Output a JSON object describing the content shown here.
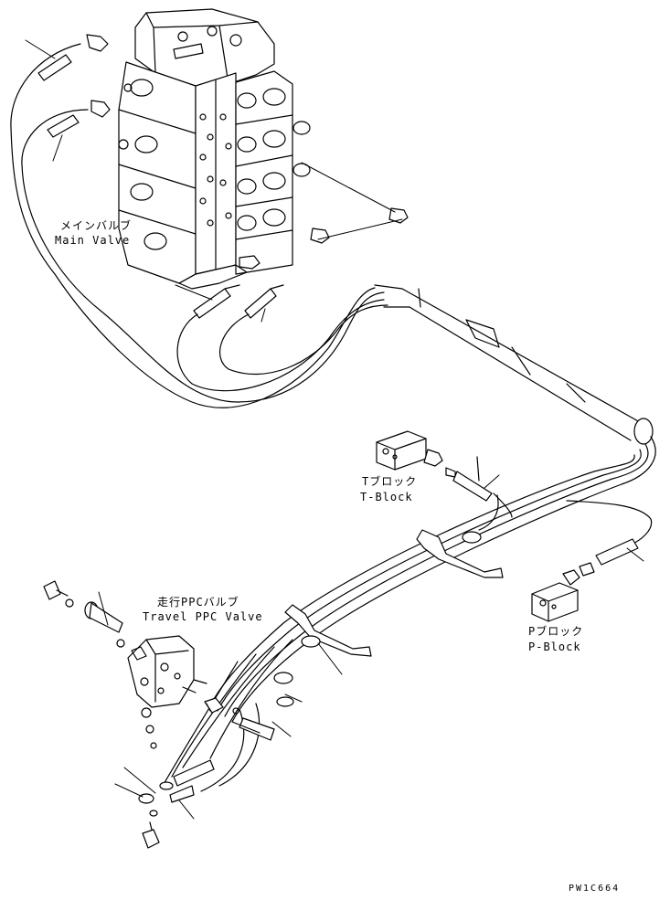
{
  "labels": {
    "main_valve_jp": "メインバルブ",
    "main_valve_en": "Main Valve",
    "t_block_jp": "Tブロック",
    "t_block_en": "T-Block",
    "travel_ppc_jp": "走行PPCバルブ",
    "travel_ppc_en": "Travel PPC Valve",
    "p_block_jp": "Pブロック",
    "p_block_en": "P-Block"
  },
  "drawing_code": "PW1C664",
  "colors": {
    "line": "#000000",
    "background": "#ffffff"
  }
}
